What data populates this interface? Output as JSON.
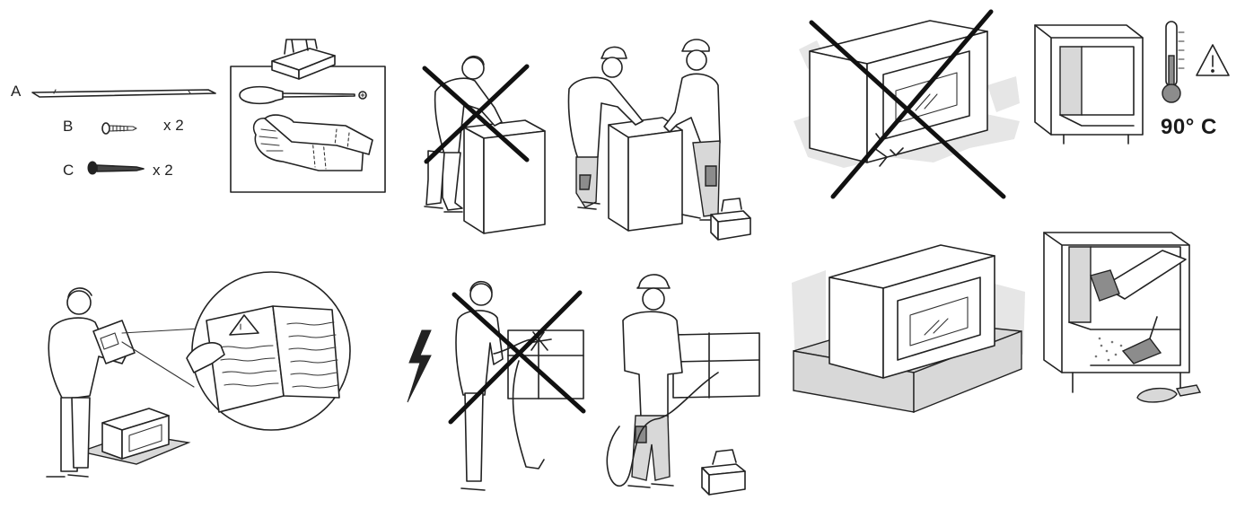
{
  "parts": [
    {
      "letter": "A",
      "quantity": ""
    },
    {
      "letter": "B",
      "quantity": "x 2"
    },
    {
      "letter": "C",
      "quantity": "x 2"
    }
  ],
  "temperature_label": "90° C",
  "icons": {
    "warning": "warning-triangle-icon",
    "thermometer": "thermometer-icon",
    "lightning": "lightning-bolt-icon"
  }
}
